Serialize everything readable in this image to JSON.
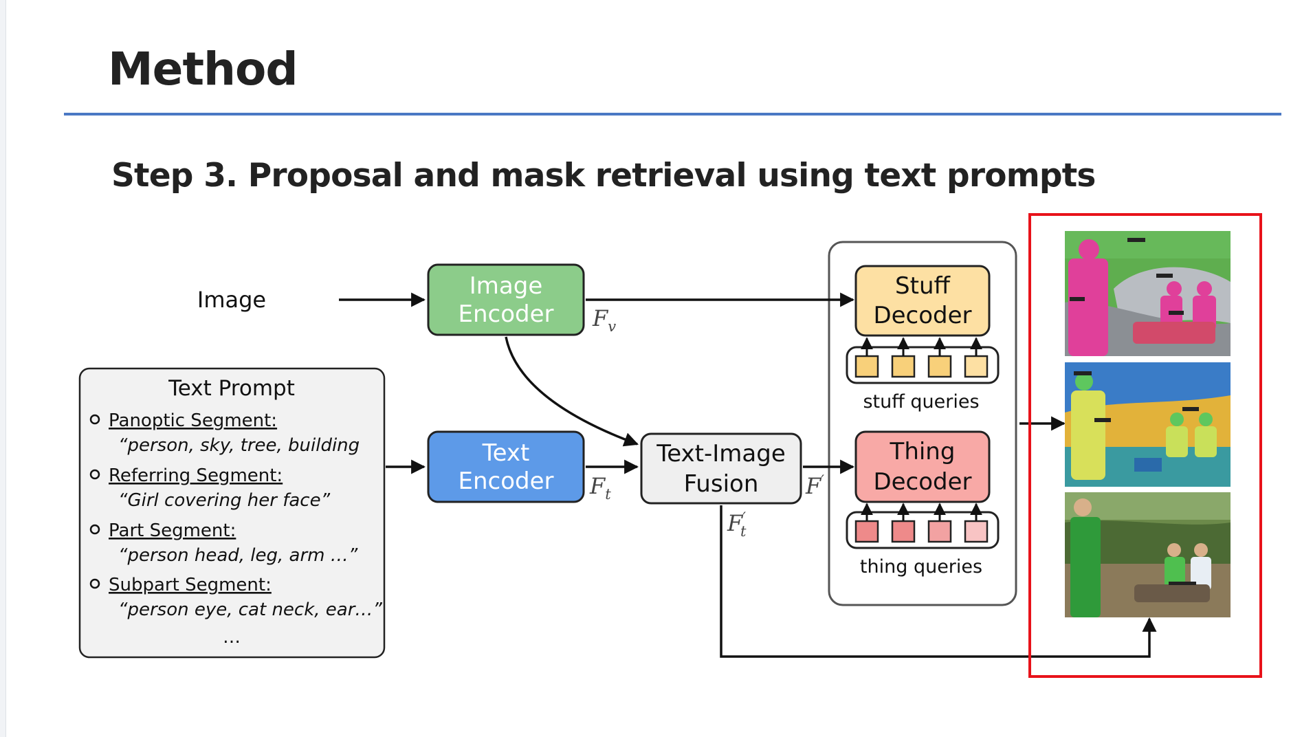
{
  "page": {
    "title": "Method",
    "step_heading": "Step 3. Proposal and mask retrieval using text prompts"
  },
  "diagram": {
    "image_label": "Image",
    "image_encoder": [
      "Image",
      "Encoder"
    ],
    "text_encoder": [
      "Text",
      "Encoder"
    ],
    "fusion": [
      "Text-Image",
      "Fusion"
    ],
    "stuff_decoder": [
      "Stuff",
      "Decoder"
    ],
    "thing_decoder": [
      "Thing",
      "Decoder"
    ],
    "stuff_queries": "stuff queries",
    "thing_queries": "thing queries",
    "feature_labels": {
      "fv_main": "F",
      "fv_sub": "v",
      "ft_main": "F",
      "ft_sub": "t",
      "fvp_main": "F",
      "fvp_prime": "′",
      "ftp_main": "F",
      "ftp_prime": "′",
      "ftp_sub": "t"
    },
    "text_prompt": {
      "title": "Text Prompt",
      "items": [
        {
          "label": "Panoptic Segment:",
          "example": "“person, sky, tree, building"
        },
        {
          "label": "Referring Segment:",
          "example": "“Girl covering her face”"
        },
        {
          "label": "Part Segment:",
          "example": "“person head, leg, arm …”"
        },
        {
          "label": "Subpart Segment:",
          "example": "“person eye, cat neck, ear…”"
        }
      ],
      "ellipsis": "…"
    }
  },
  "colors": {
    "image_encoder": "#8ccc8a",
    "text_encoder": "#5d9ae8",
    "fusion": "#efefef",
    "stuff_decoder": "#fde0a3",
    "thing_decoder": "#f8a9a6",
    "stuff_query": "#f8d07a",
    "thing_query": "#ee8a8a",
    "highlight": "#e8121a",
    "rule": "#4a78c4"
  }
}
